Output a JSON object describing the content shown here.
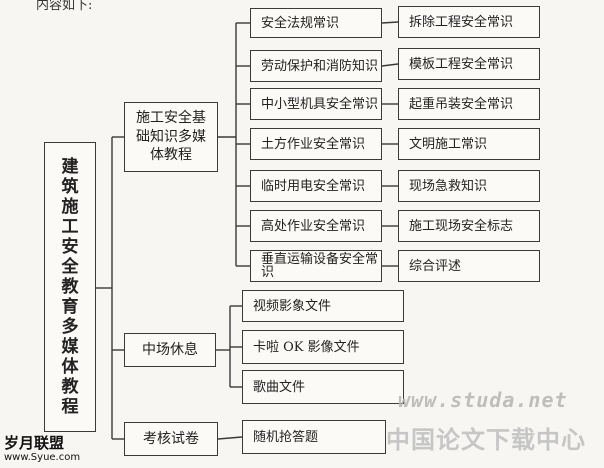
{
  "header_text": "内容如下:",
  "root": {
    "label": "建筑施工安全教育多媒体教程"
  },
  "branches": [
    {
      "label": "施工安全基础知识多媒体教程",
      "leaves": [
        "安全法规常识",
        "拆除工程安全常识",
        "劳动保护和消防知识",
        "模板工程安全常识",
        "中小型机具安全常识",
        "起重吊装安全常识",
        "土方作业安全常识",
        "文明施工常识",
        "临时用电安全常识",
        "现场急救知识",
        "高处作业安全常识",
        "施工现场安全标志",
        "垂直运输设备安全常识",
        "综合评述"
      ]
    },
    {
      "label": "中场休息",
      "leaves": [
        "视频影象文件",
        "卡啦 OK 影像文件",
        "歌曲文件"
      ]
    },
    {
      "label": "考核试卷",
      "leaves": [
        "随机抢答题"
      ]
    }
  ],
  "watermarks": {
    "site_url": "www.studa.net",
    "site_name": "中国论文下载中心",
    "corner_name": "岁月联盟",
    "corner_url": "www.Syue.com"
  }
}
